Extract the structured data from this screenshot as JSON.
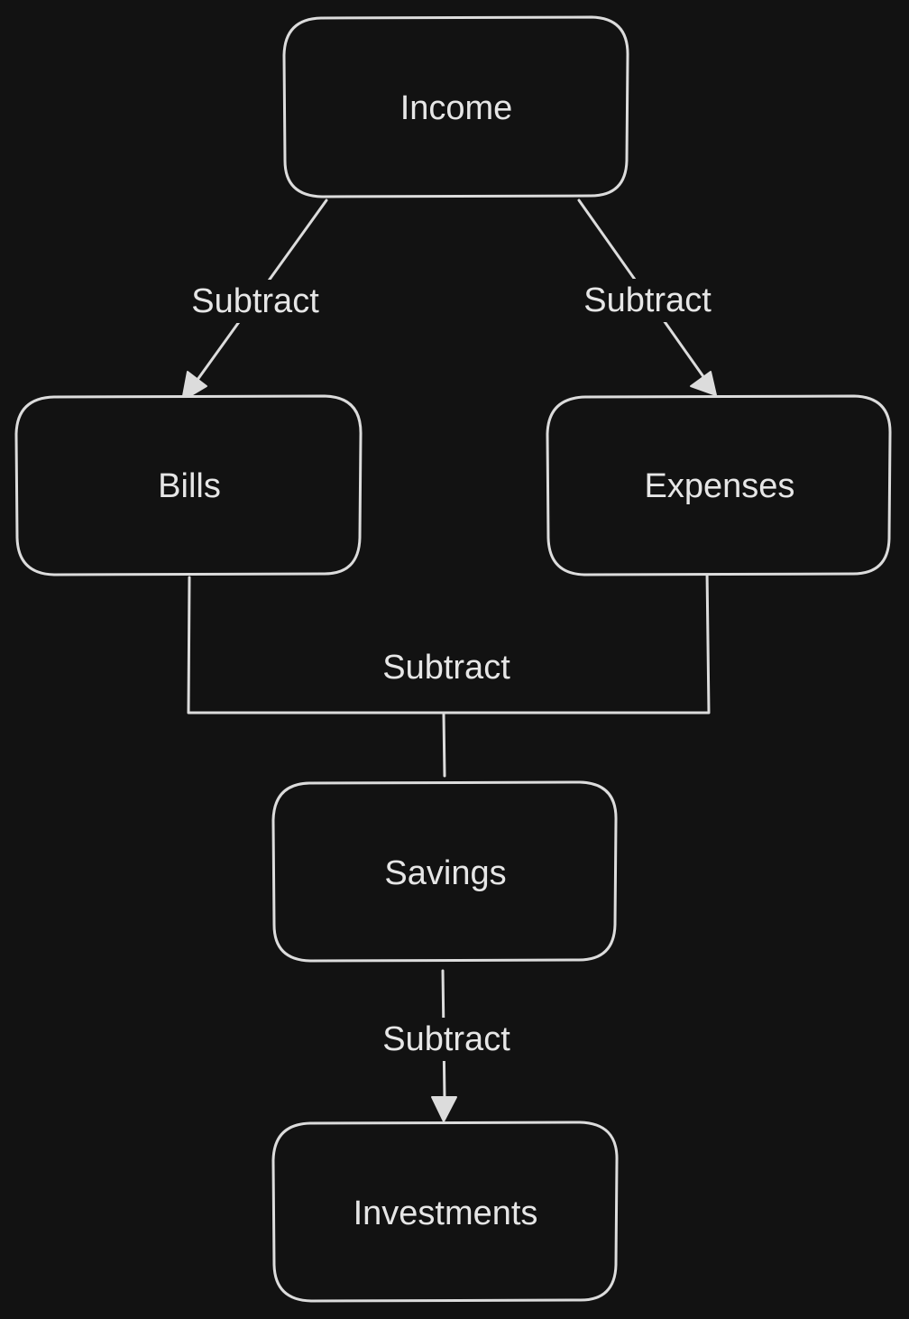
{
  "nodes": {
    "income": {
      "label": "Income"
    },
    "bills": {
      "label": "Bills"
    },
    "expenses": {
      "label": "Expenses"
    },
    "savings": {
      "label": "Savings"
    },
    "investments": {
      "label": "Investments"
    }
  },
  "edges": {
    "income_to_bills": {
      "label": "Subtract"
    },
    "income_to_expenses": {
      "label": "Subtract"
    },
    "bills_expenses_to_savings": {
      "label": "Subtract"
    },
    "savings_to_investments": {
      "label": "Subtract"
    }
  }
}
